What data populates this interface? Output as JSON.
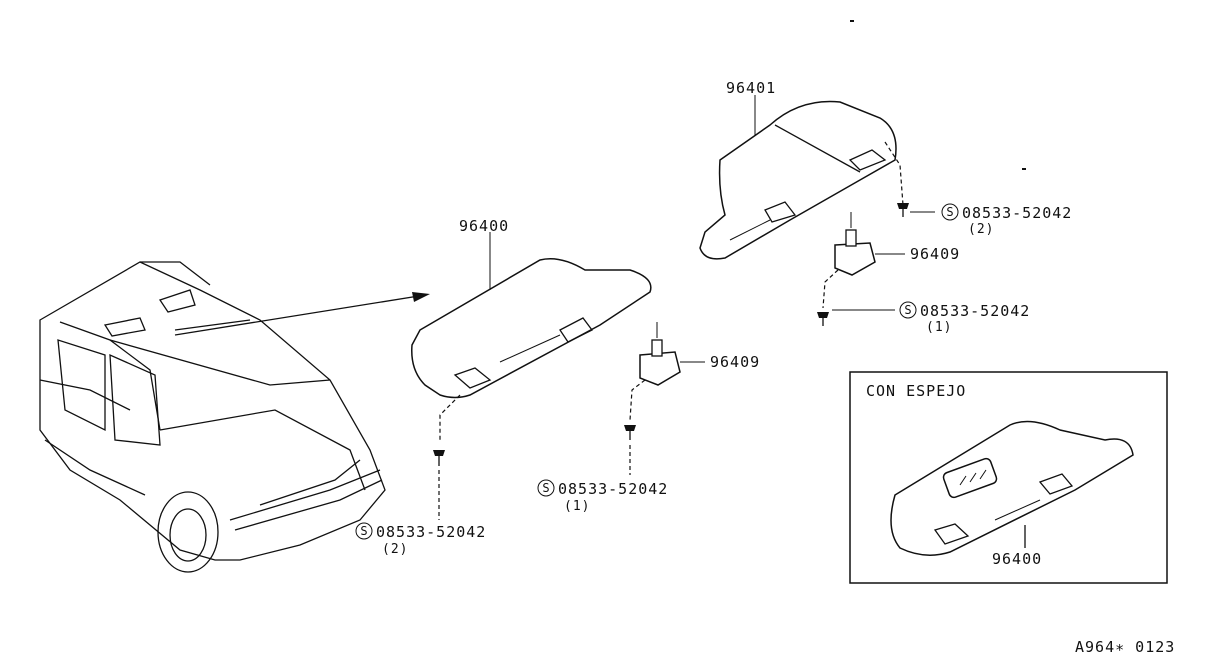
{
  "diagram": {
    "footer_code": "A964∗ 0123",
    "inset_title": "CON ESPEJO",
    "parts": {
      "visor_left": "96400",
      "visor_right": "96401",
      "visor_mirror": "96400",
      "holder_a": "96409",
      "holder_b": "96409"
    },
    "screws": [
      {
        "symbol": "S",
        "number": "08533-52042",
        "qty": "(2)"
      },
      {
        "symbol": "S",
        "number": "08533-52042",
        "qty": "(1)"
      },
      {
        "symbol": "S",
        "number": "08533-52042",
        "qty": "(2)"
      },
      {
        "symbol": "S",
        "number": "08533-52042",
        "qty": "(1)"
      }
    ]
  }
}
